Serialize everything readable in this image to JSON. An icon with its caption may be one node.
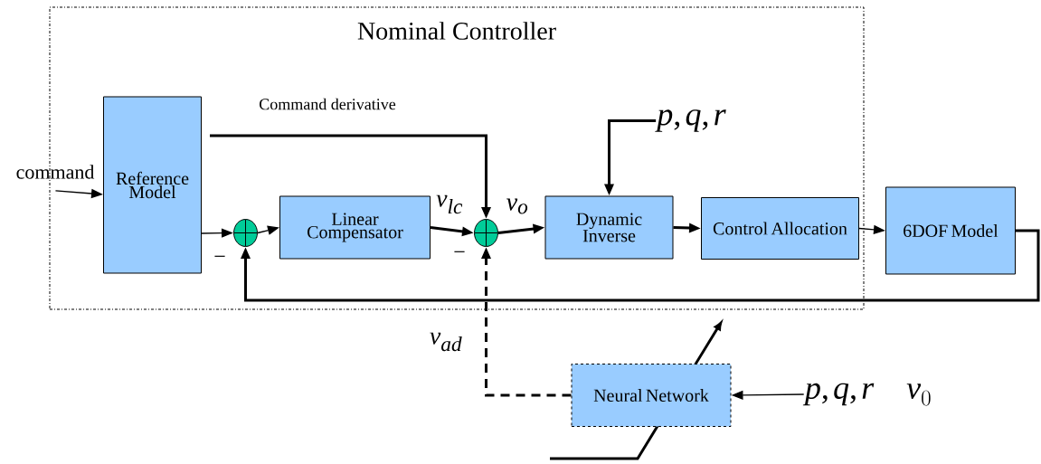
{
  "diagram": {
    "nodes": [
      {
        "text": [
          "Nominal Controller"
        ]
      },
      {
        "text": [
          "Reference Model"
        ],
        "in": 0
      },
      {
        "text": [],
        "shape": "circle",
        "in": 0
      },
      {
        "text": [
          "Linear Compensator"
        ],
        "in": 0
      },
      {
        "text": [],
        "shape": "circle",
        "in": 0
      },
      {
        "text": [
          "Dynamic Inverse"
        ],
        "in": 0
      },
      {
        "text": [
          "Control Allocation"
        ],
        "in": 0
      },
      {
        "text": [
          "6DOF Model"
        ]
      },
      {
        "text": [
          "Neural Network"
        ]
      },
      {
        "text": [
          "command"
        ]
      },
      {
        "text": [
          "p,q,r"
        ],
        "in": 0
      },
      {
        "text": [
          "p,q,r \\quad v_0"
        ]
      }
    ],
    "edges": [
      {
        "from": 9,
        "to": 1,
        "arrow": "to"
      },
      {
        "from": 1,
        "to": 2,
        "arrow": "to"
      },
      {
        "from": 2,
        "to": 3,
        "arrow": "to"
      },
      {
        "from": 3,
        "to": 4,
        "arrow": "to",
        "label": "v_{lc}"
      },
      {
        "from": 1,
        "to": 4,
        "arrow": "to",
        "label": "Command derivative"
      },
      {
        "from": 4,
        "to": 5,
        "arrow": "to",
        "label": "v_o"
      },
      {
        "from": 10,
        "to": 5,
        "arrow": "to"
      },
      {
        "from": 5,
        "to": 6,
        "arrow": "to"
      },
      {
        "from": 6,
        "to": 7,
        "arrow": "to"
      },
      {
        "from": 7,
        "to": 2,
        "arrow": "to"
      },
      {
        "from": 8,
        "to": 4,
        "arrow": "to",
        "label": "v_{ad}",
        "style": "dashed"
      },
      {
        "from": 11,
        "to": 8,
        "arrow": "to"
      }
    ],
    "labels": [
      "−",
      "−"
    ]
  }
}
